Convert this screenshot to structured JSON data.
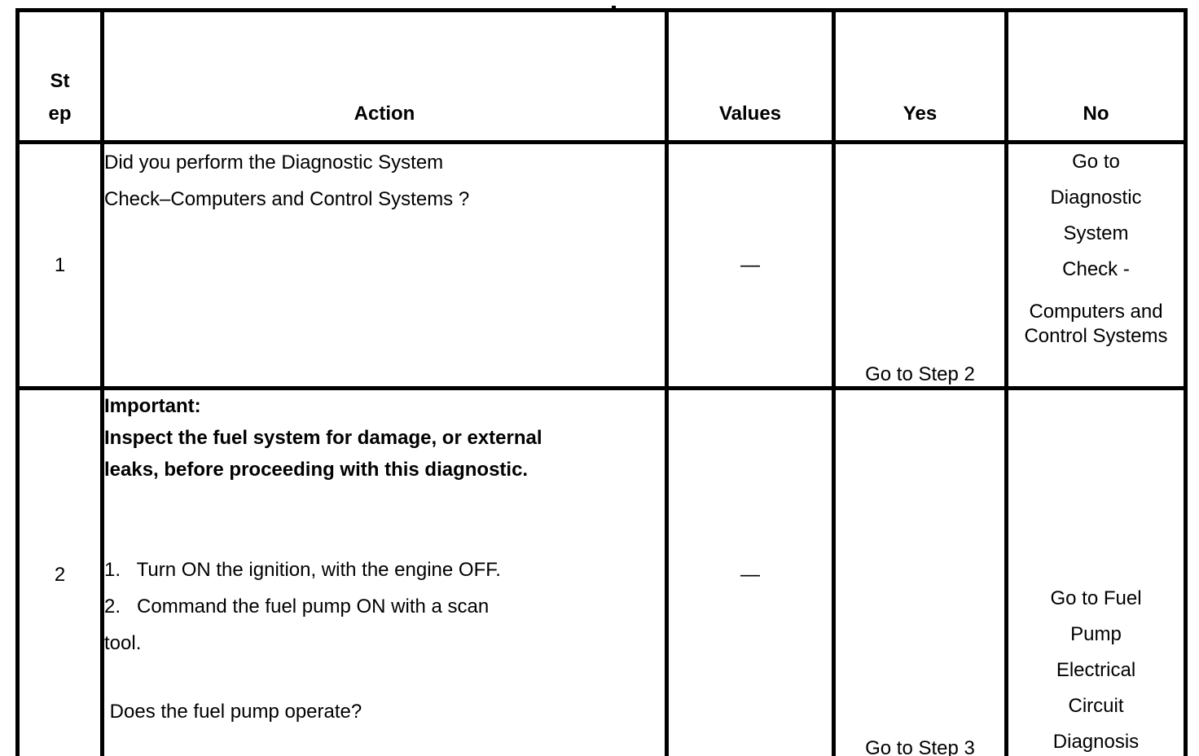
{
  "header": {
    "step": "St\nep",
    "action": "Action",
    "values": "Values",
    "yes": "Yes",
    "no": "No"
  },
  "rows": [
    {
      "step": "1",
      "action": "Did you perform the Diagnostic System\nCheck–Computers and Control Systems ?",
      "values": "—",
      "yes": "Go to Step 2",
      "no_primary": "Go to\nDiagnostic\nSystem\nCheck -",
      "no_secondary": "Computers and\nControl Systems"
    },
    {
      "step": "2",
      "important_heading": "Important:",
      "important_body": "Inspect the fuel system for damage, or external\nleaks, before proceeding with this diagnostic.",
      "procedure": "1.   Turn ON the ignition, with the engine OFF.\n2.   Command the fuel pump ON with a scan\ntool.",
      "question": " Does the fuel pump operate?",
      "values": "—",
      "yes": "Go to Step 3",
      "no": "Go to Fuel\nPump\nElectrical\nCircuit\nDiagnosis"
    }
  ]
}
